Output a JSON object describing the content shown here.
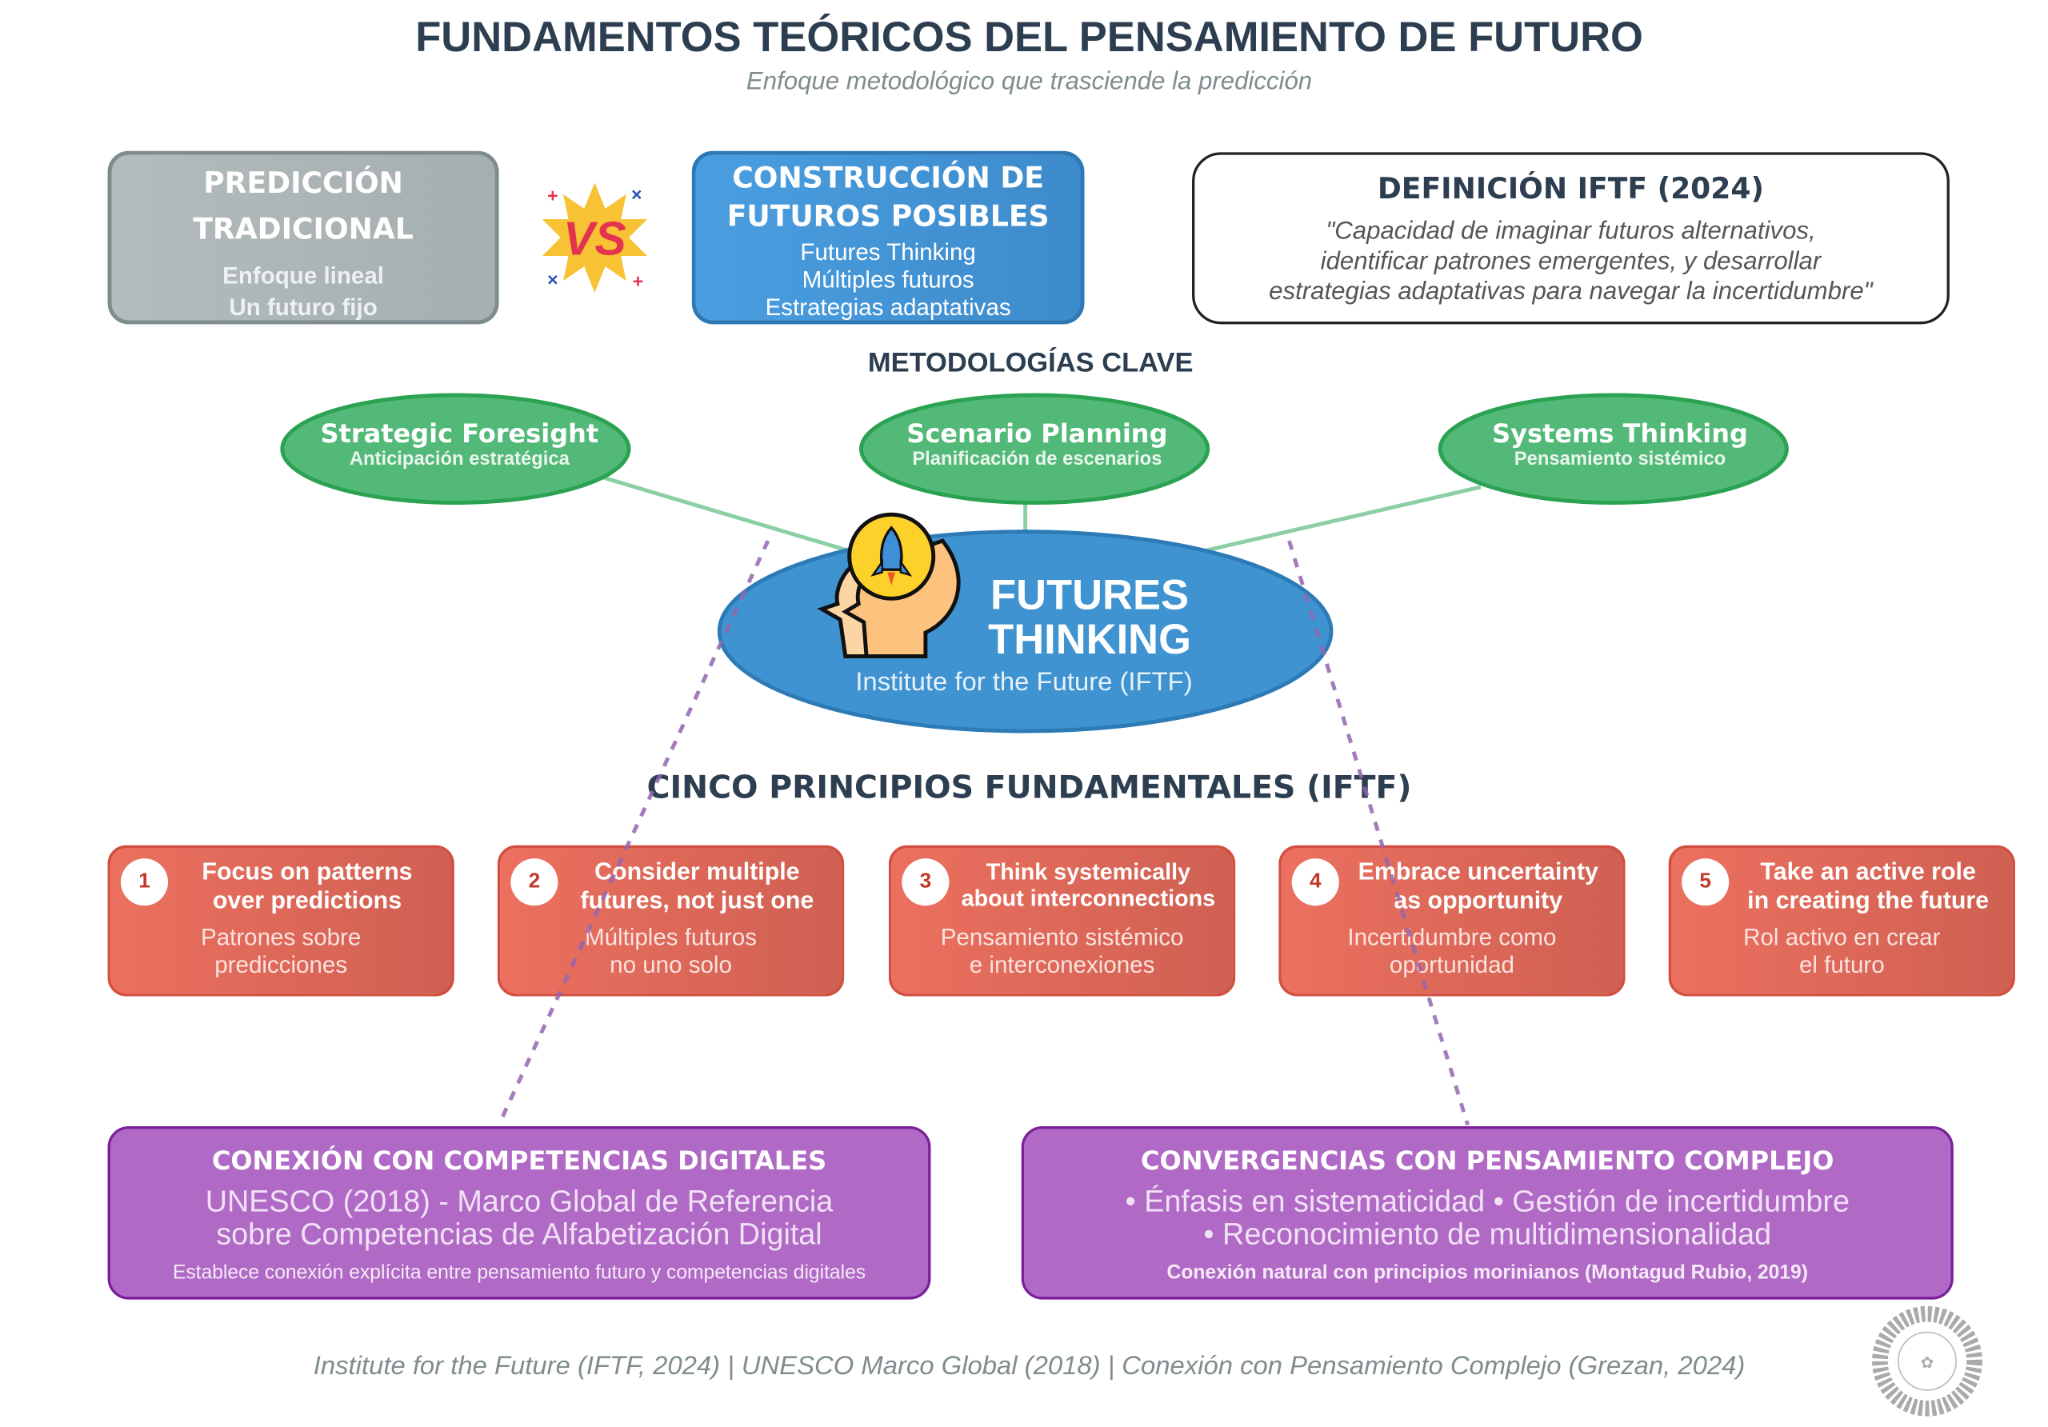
{
  "header": {
    "title": "FUNDAMENTOS TEÓRICOS DEL PENSAMIENTO DE FUTURO",
    "subtitle": "Enfoque metodológico que trasciende la predicción"
  },
  "comparison": {
    "traditional": {
      "title_1": "PREDICCIÓN",
      "title_2": "TRADICIONAL",
      "lines": [
        "Enfoque lineal",
        "Un futuro fijo"
      ]
    },
    "vs_label": "VS",
    "possible": {
      "title_1": "CONSTRUCCIÓN DE",
      "title_2": "FUTUROS POSIBLES",
      "lines": [
        "Futures Thinking",
        "Múltiples futuros",
        "Estrategias adaptativas"
      ]
    },
    "definition": {
      "title": "DEFINICIÓN IFTF (2024)",
      "quote_lines": [
        "\"Capacidad de imaginar futuros alternativos,",
        "identificar patrones emergentes, y desarrollar",
        "estrategias adaptativas para navegar la incertidumbre\""
      ]
    }
  },
  "methodologies": {
    "heading": "METODOLOGÍAS CLAVE",
    "items": [
      {
        "title": "Strategic Foresight",
        "subtitle": "Anticipación estratégica"
      },
      {
        "title": "Scenario Planning",
        "subtitle": "Planificación de escenarios"
      },
      {
        "title": "Systems Thinking",
        "subtitle": "Pensamiento sistémico"
      }
    ]
  },
  "center": {
    "title_1": "FUTURES",
    "title_2": "THINKING",
    "subtitle": "Institute for the Future (IFTF)",
    "icon": "head-rocket-icon"
  },
  "principles": {
    "heading": "CINCO PRINCIPIOS FUNDAMENTALES (IFTF)",
    "items": [
      {
        "number": "1",
        "title_1": "Focus on patterns",
        "title_2": "over predictions",
        "sub_1": "Patrones sobre",
        "sub_2": "predicciones"
      },
      {
        "number": "2",
        "title_1": "Consider multiple",
        "title_2": "futures, not just one",
        "sub_1": "Múltiples futuros",
        "sub_2": "no uno solo"
      },
      {
        "number": "3",
        "title_1": "Think systemically",
        "title_2": "about interconnections",
        "sub_1": "Pensamiento sistémico",
        "sub_2": "e interconexiones"
      },
      {
        "number": "4",
        "title_1": "Embrace uncertainty",
        "title_2": "as opportunity",
        "sub_1": "Incertidumbre como",
        "sub_2": "oportunidad"
      },
      {
        "number": "5",
        "title_1": "Take an active role",
        "title_2": "in creating the future",
        "sub_1": "Rol activo en crear",
        "sub_2": "el futuro"
      }
    ]
  },
  "connections": {
    "digital": {
      "title": "CONEXIÓN CON COMPETENCIAS DIGITALES",
      "main_1": "UNESCO (2018) - Marco Global de Referencia",
      "main_2": "sobre Competencias de Alfabetización Digital",
      "note": "Establece conexión explícita entre pensamiento futuro y competencias digitales"
    },
    "complex": {
      "title": "CONVERGENCIAS CON PENSAMIENTO COMPLEJO",
      "main_1": "• Énfasis en sistematicidad • Gestión de incertidumbre",
      "main_2": "• Reconocimiento de multidimensionalidad",
      "note": "Conexión natural con principios morinianos (Montagud Rubio, 2019)"
    }
  },
  "footer": {
    "text": "Institute for the Future (IFTF, 2024) | UNESCO Marco Global (2018) | Conexión con Pensamiento Complejo (Grezan, 2024)"
  },
  "colors": {
    "title": "#2c3e50",
    "gray_box": "#aab4b4",
    "blue": "#3e92cf",
    "green": "#52b877",
    "red": "#e0685a",
    "purple": "#b169c6"
  }
}
